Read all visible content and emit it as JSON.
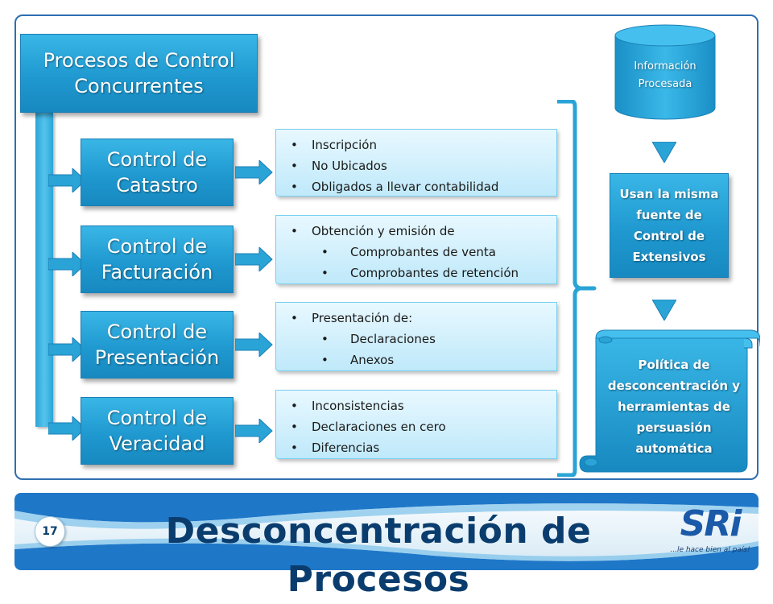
{
  "diagram": {
    "title_box": "Procesos de Control Concurrentes",
    "controls": [
      {
        "label": "Control de Catastro",
        "items": [
          {
            "text": "Inscripción",
            "level": 1
          },
          {
            "text": "No Ubicados",
            "level": 1
          },
          {
            "text": "Obligados a llevar contabilidad",
            "level": 1
          }
        ]
      },
      {
        "label": "Control de Facturación",
        "items": [
          {
            "text": "Obtención y emisión de",
            "level": 1
          },
          {
            "text": "Comprobantes de venta",
            "level": 2
          },
          {
            "text": "Comprobantes de retención",
            "level": 2
          }
        ]
      },
      {
        "label": "Control de Presentación",
        "items": [
          {
            "text": "Presentación de:",
            "level": 1
          },
          {
            "text": "Declaraciones",
            "level": 2
          },
          {
            "text": "Anexos",
            "level": 2
          }
        ]
      },
      {
        "label": "Control de Veracidad",
        "items": [
          {
            "text": "Inconsistencias",
            "level": 1
          },
          {
            "text": "Declaraciones en cero",
            "level": 1
          },
          {
            "text": "Diferencias",
            "level": 1
          }
        ]
      }
    ],
    "database": "Información Procesada",
    "middle_box": "Usan la misma fuente de Control de Extensivos",
    "scroll_box": "Política de desconcentración y herramientas de persuasión automática"
  },
  "footer": {
    "page_number": "17",
    "title": "Desconcentración de Procesos",
    "logo_text": "SRi",
    "logo_slogan": "...le hace bien al país!"
  },
  "colors": {
    "box_blue": "#1f99d0",
    "list_bg": "#d6f2fd",
    "title_navy": "#0a3d6e",
    "frame_border": "#2f6fb0"
  }
}
